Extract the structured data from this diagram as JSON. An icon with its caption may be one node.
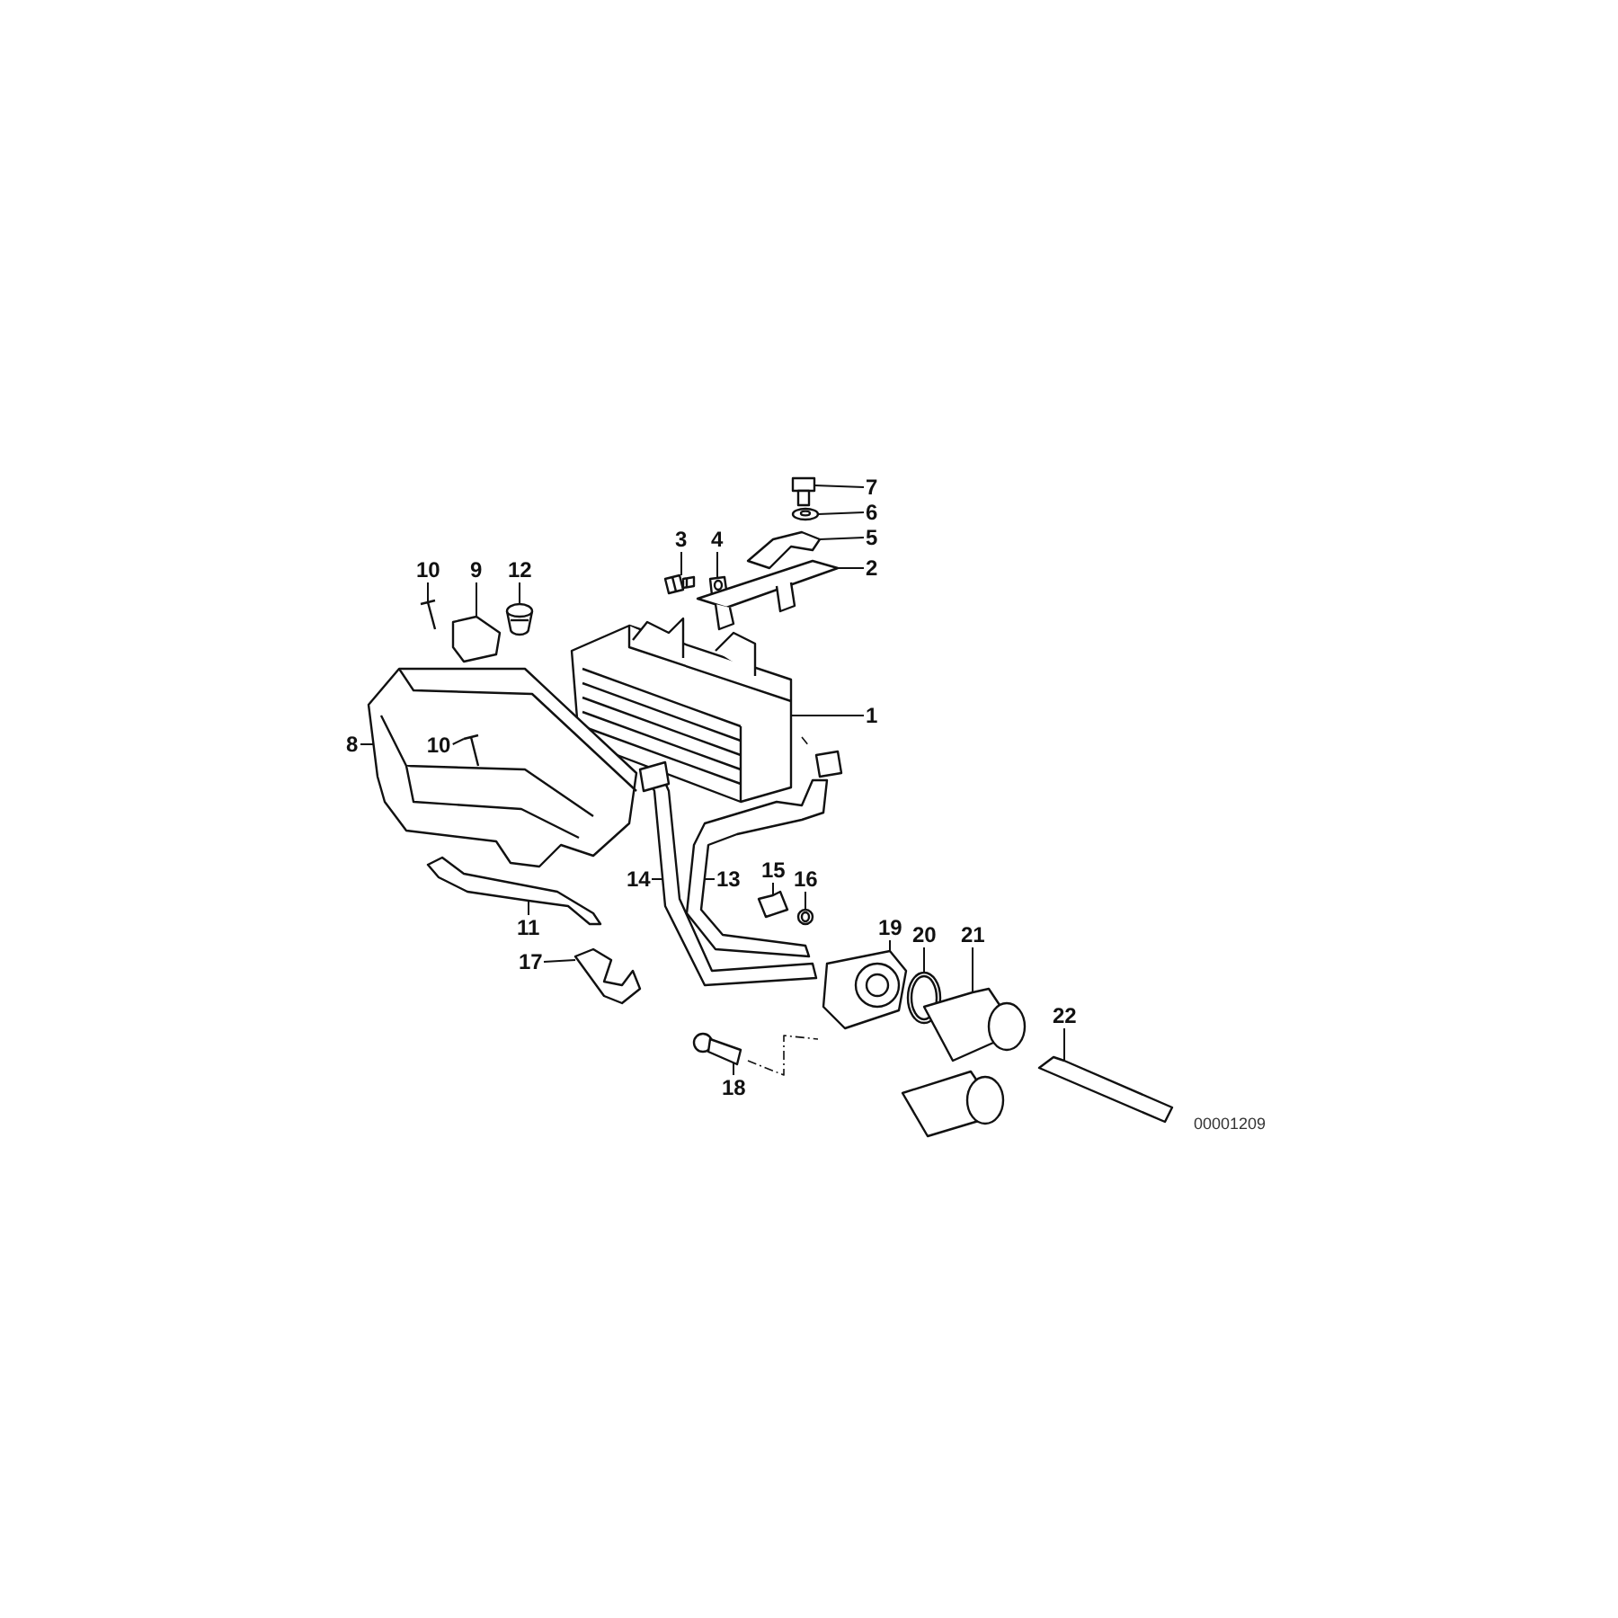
{
  "diagram": {
    "nodes": [
      {
        "text": [
          "7"
        ]
      },
      {
        "text": [
          "6"
        ]
      },
      {
        "text": [
          "5"
        ]
      },
      {
        "text": [
          "3"
        ]
      },
      {
        "text": [
          "4"
        ]
      },
      {
        "text": [
          "2"
        ]
      },
      {
        "text": [
          "10"
        ]
      },
      {
        "text": [
          "9"
        ]
      },
      {
        "text": [
          "12"
        ]
      },
      {
        "text": [
          "1"
        ]
      },
      {
        "text": [
          "8"
        ]
      },
      {
        "text": [
          "10"
        ],
        "in": 33
      },
      {
        "text": [
          "14"
        ]
      },
      {
        "text": [
          "13"
        ]
      },
      {
        "text": [
          "15"
        ]
      },
      {
        "text": [
          "16"
        ]
      },
      {
        "text": [
          "11"
        ]
      },
      {
        "text": [
          "17"
        ]
      },
      {
        "text": [
          "19"
        ]
      },
      {
        "text": [
          "20"
        ]
      },
      {
        "text": [
          "21"
        ]
      },
      {
        "text": [
          "22"
        ]
      },
      {
        "text": [
          "18"
        ]
      },
      {
        "text": [],
        "shape": "picture"
      },
      {
        "text": [],
        "shape": "picture"
      },
      {
        "text": [],
        "shape": "picture"
      },
      {
        "text": [],
        "shape": "picture"
      },
      {
        "text": [],
        "shape": "picture"
      },
      {
        "text": [],
        "shape": "picture"
      },
      {
        "text": [],
        "shape": "picture"
      },
      {
        "text": [],
        "shape": "picture"
      },
      {
        "text": [],
        "shape": "picture"
      },
      {
        "text": [],
        "shape": "picture"
      },
      {
        "text": [],
        "shape": "picture"
      },
      {
        "text": [],
        "shape": "picture",
        "in": 33
      },
      {
        "text": [],
        "shape": "picture"
      },
      {
        "text": [],
        "shape": "picture"
      },
      {
        "text": [],
        "shape": "picture"
      },
      {
        "text": [],
        "shape": "picture"
      },
      {
        "text": [],
        "shape": "picture"
      },
      {
        "text": [],
        "shape": "picture"
      },
      {
        "text": [],
        "shape": "picture"
      },
      {
        "text": [],
        "shape": "picture"
      },
      {
        "text": [],
        "shape": "picture"
      },
      {
        "text": [],
        "shape": "picture"
      },
      {
        "text": [],
        "shape": "picture"
      }
    ],
    "edges": [
      {
        "from": 0,
        "to": 23,
        "arrow": "none"
      },
      {
        "from": 1,
        "to": 24,
        "arrow": "none"
      },
      {
        "from": 2,
        "to": 25,
        "arrow": "none"
      },
      {
        "from": 3,
        "to": 26,
        "arrow": "none"
      },
      {
        "from": 4,
        "to": 27,
        "arrow": "none"
      },
      {
        "from": 5,
        "to": 28,
        "arrow": "none"
      },
      {
        "from": 6,
        "to": 29,
        "arrow": "none"
      },
      {
        "from": 7,
        "to": 30,
        "arrow": "none"
      },
      {
        "from": 8,
        "to": 31,
        "arrow": "none"
      },
      {
        "from": 9,
        "to": 32,
        "arrow": "none"
      },
      {
        "from": 10,
        "to": 33,
        "arrow": "none"
      },
      {
        "from": 11,
        "to": 34,
        "arrow": "none"
      },
      {
        "from": 12,
        "to": 35,
        "arrow": "none"
      },
      {
        "from": 13,
        "to": 36,
        "arrow": "none"
      },
      {
        "from": 14,
        "to": 37,
        "arrow": "none"
      },
      {
        "from": 15,
        "to": 38,
        "arrow": "none"
      },
      {
        "from": 16,
        "to": 39,
        "arrow": "none"
      },
      {
        "from": 17,
        "to": 40,
        "arrow": "none"
      },
      {
        "from": 18,
        "to": 41,
        "arrow": "none"
      },
      {
        "from": 19,
        "to": 42,
        "arrow": "none"
      },
      {
        "from": 20,
        "to": 43,
        "arrow": "none"
      },
      {
        "from": 21,
        "to": 44,
        "arrow": "none"
      },
      {
        "from": 22,
        "to": 45,
        "arrow": "none"
      }
    ],
    "labels": [
      "00001209"
    ]
  }
}
